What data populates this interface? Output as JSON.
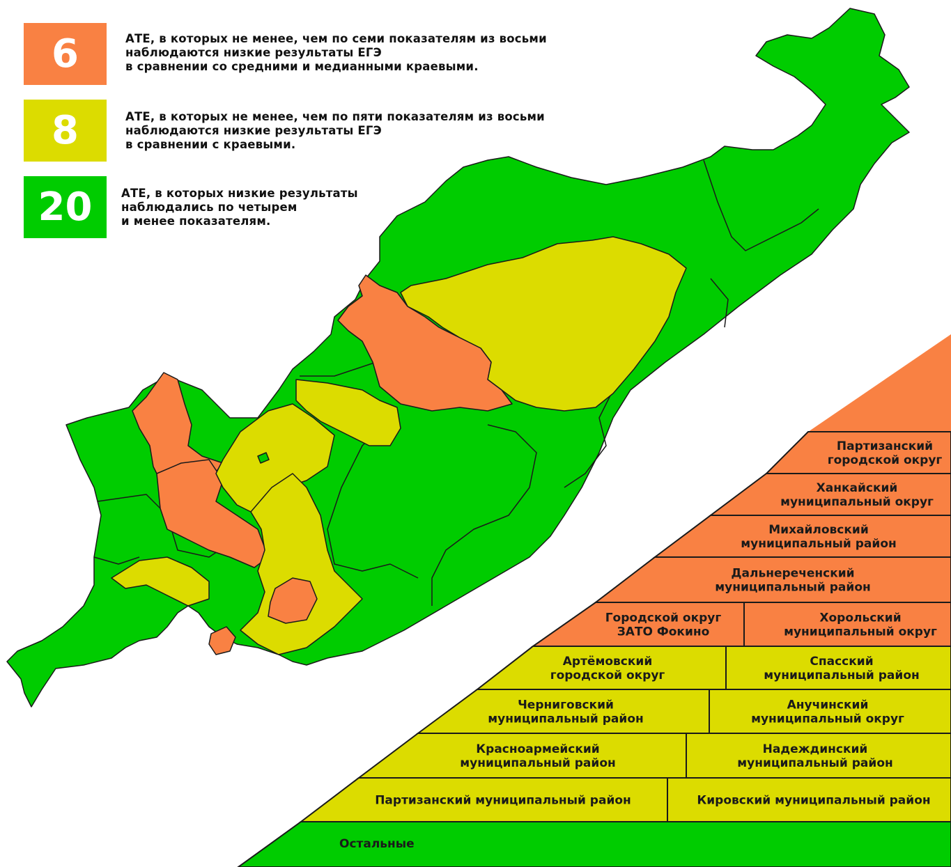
{
  "colors": {
    "orange": "#f98143",
    "yellow": "#dcdc00",
    "green": "#00cc00",
    "border": "#1a1a1a"
  },
  "legend": [
    {
      "count": "6",
      "color": "orange",
      "text": "АТЕ, в которых не менее, чем по семи показателям из восьми\nнаблюдаются низкие результаты ЕГЭ\nв сравнении со средними и медианными краевыми."
    },
    {
      "count": "8",
      "color": "yellow",
      "text": "АТЕ, в которых не менее, чем по пяти показателям из восьми\nнаблюдаются низкие результаты ЕГЭ\nв сравнении с краевыми."
    },
    {
      "count": "20",
      "color": "green",
      "text": "АТЕ, в которых низкие результаты\nнаблюдались по четырем\nи менее показателям."
    }
  ],
  "pyramid": {
    "orange": [
      [
        "Партизанский",
        "городской округ"
      ],
      [
        "Ханкайский",
        "муниципальный округ"
      ],
      [
        "Михайловский",
        "муниципальный район"
      ],
      [
        "Дальнереченский",
        "муниципальный район"
      ],
      [
        "Городской округ",
        "ЗАТО Фокино"
      ],
      [
        "Хорольский",
        "муниципальный округ"
      ]
    ],
    "yellow": [
      [
        "Артёмовский",
        "городской округ"
      ],
      [
        "Спасский",
        "муниципальный район"
      ],
      [
        "Черниговский",
        "муниципальный район"
      ],
      [
        "Анучинский",
        "муниципальный округ"
      ],
      [
        "Красноармейский",
        "муниципальный район"
      ],
      [
        "Надеждинский",
        "муниципальный район"
      ],
      [
        "Партизанский муниципальный район"
      ],
      [
        "Кировский муниципальный район"
      ]
    ],
    "green": "Остальные"
  }
}
